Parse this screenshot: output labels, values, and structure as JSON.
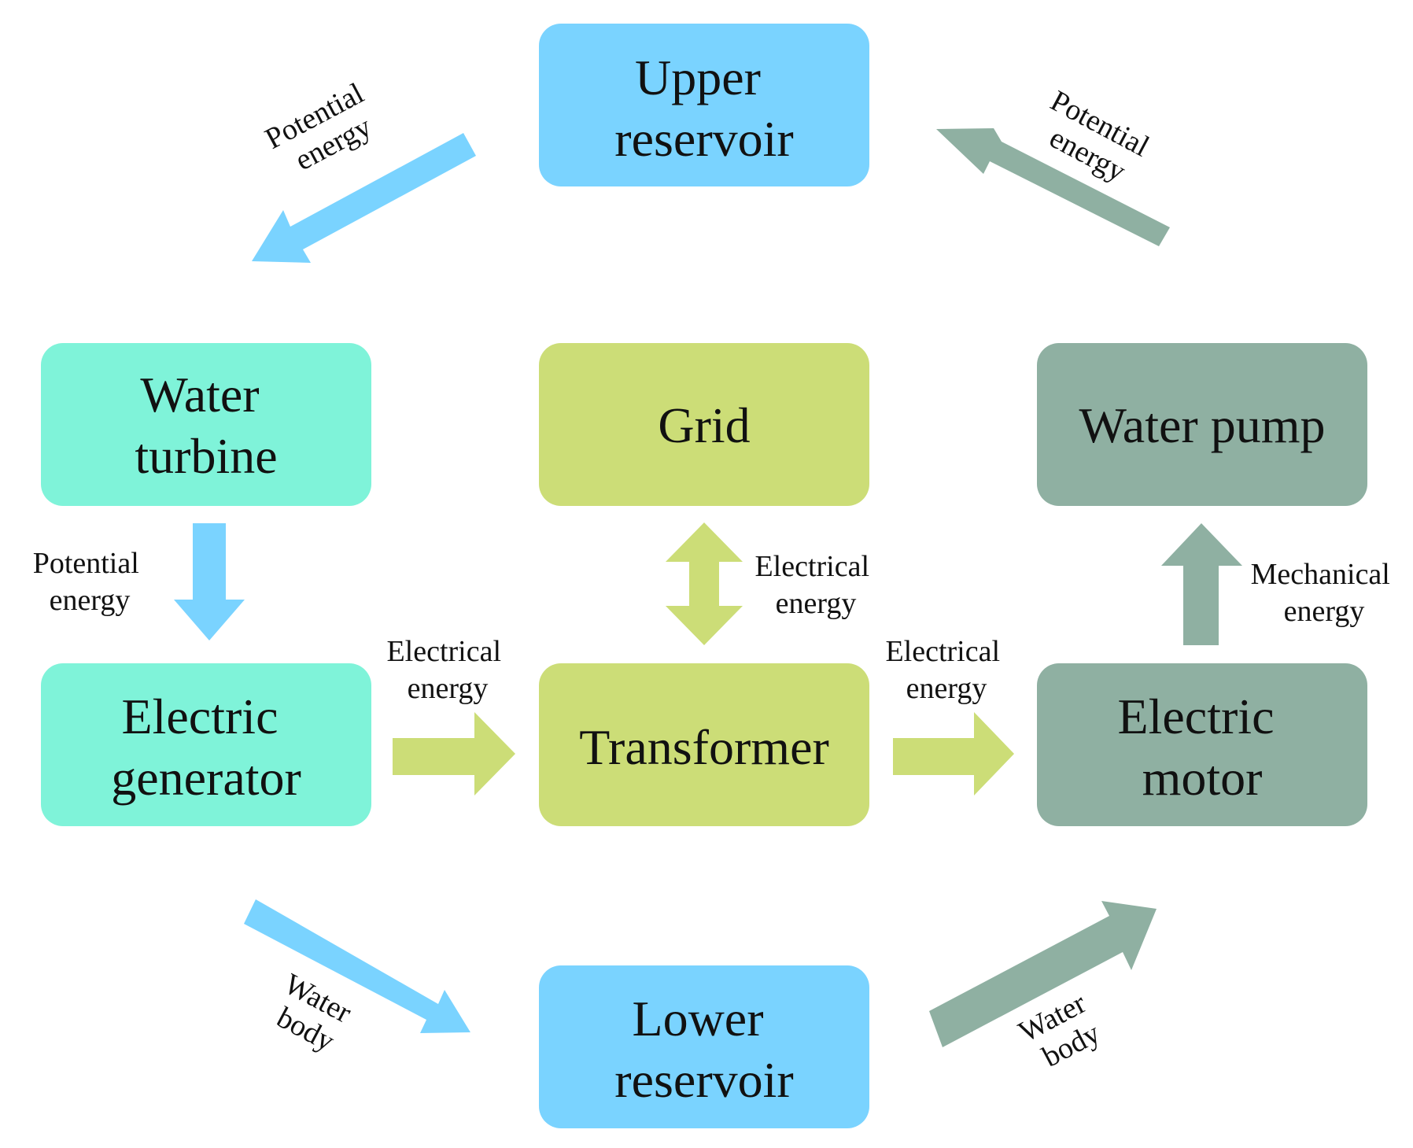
{
  "colors": {
    "reservoir": "#7ad3ff",
    "generating": "#7ff3d9",
    "grid": "#ccdd77",
    "pumping": "#8fb0a2"
  },
  "nodes": {
    "upper_reservoir": {
      "lines": [
        "Upper",
        "reservoir"
      ]
    },
    "water_turbine": {
      "lines": [
        "Water",
        "turbine"
      ]
    },
    "grid": {
      "lines": [
        "Grid"
      ]
    },
    "water_pump": {
      "lines": [
        "Water pump"
      ]
    },
    "electric_generator": {
      "lines": [
        "Electric",
        "generator"
      ]
    },
    "transformer": {
      "lines": [
        "Transformer"
      ]
    },
    "electric_motor": {
      "lines": [
        "Electric",
        "motor"
      ]
    },
    "lower_reservoir": {
      "lines": [
        "Lower",
        "reservoir"
      ]
    }
  },
  "edges": {
    "upper_to_turbine": {
      "lines": [
        "Potential",
        "energy"
      ]
    },
    "pump_to_upper": {
      "lines": [
        "Potential",
        "energy"
      ]
    },
    "turbine_to_generator": {
      "lines": [
        "Potential",
        "energy"
      ]
    },
    "grid_transformer": {
      "lines": [
        "Electrical",
        "energy"
      ]
    },
    "motor_to_pump": {
      "lines": [
        "Mechanical",
        "energy"
      ]
    },
    "generator_to_transformer": {
      "lines": [
        "Electrical",
        "energy"
      ]
    },
    "transformer_to_motor": {
      "lines": [
        "Electrical",
        "energy"
      ]
    },
    "generator_to_lower": {
      "lines": [
        "Water",
        "body"
      ]
    },
    "lower_to_motor": {
      "lines": [
        "Water",
        "body"
      ]
    }
  }
}
